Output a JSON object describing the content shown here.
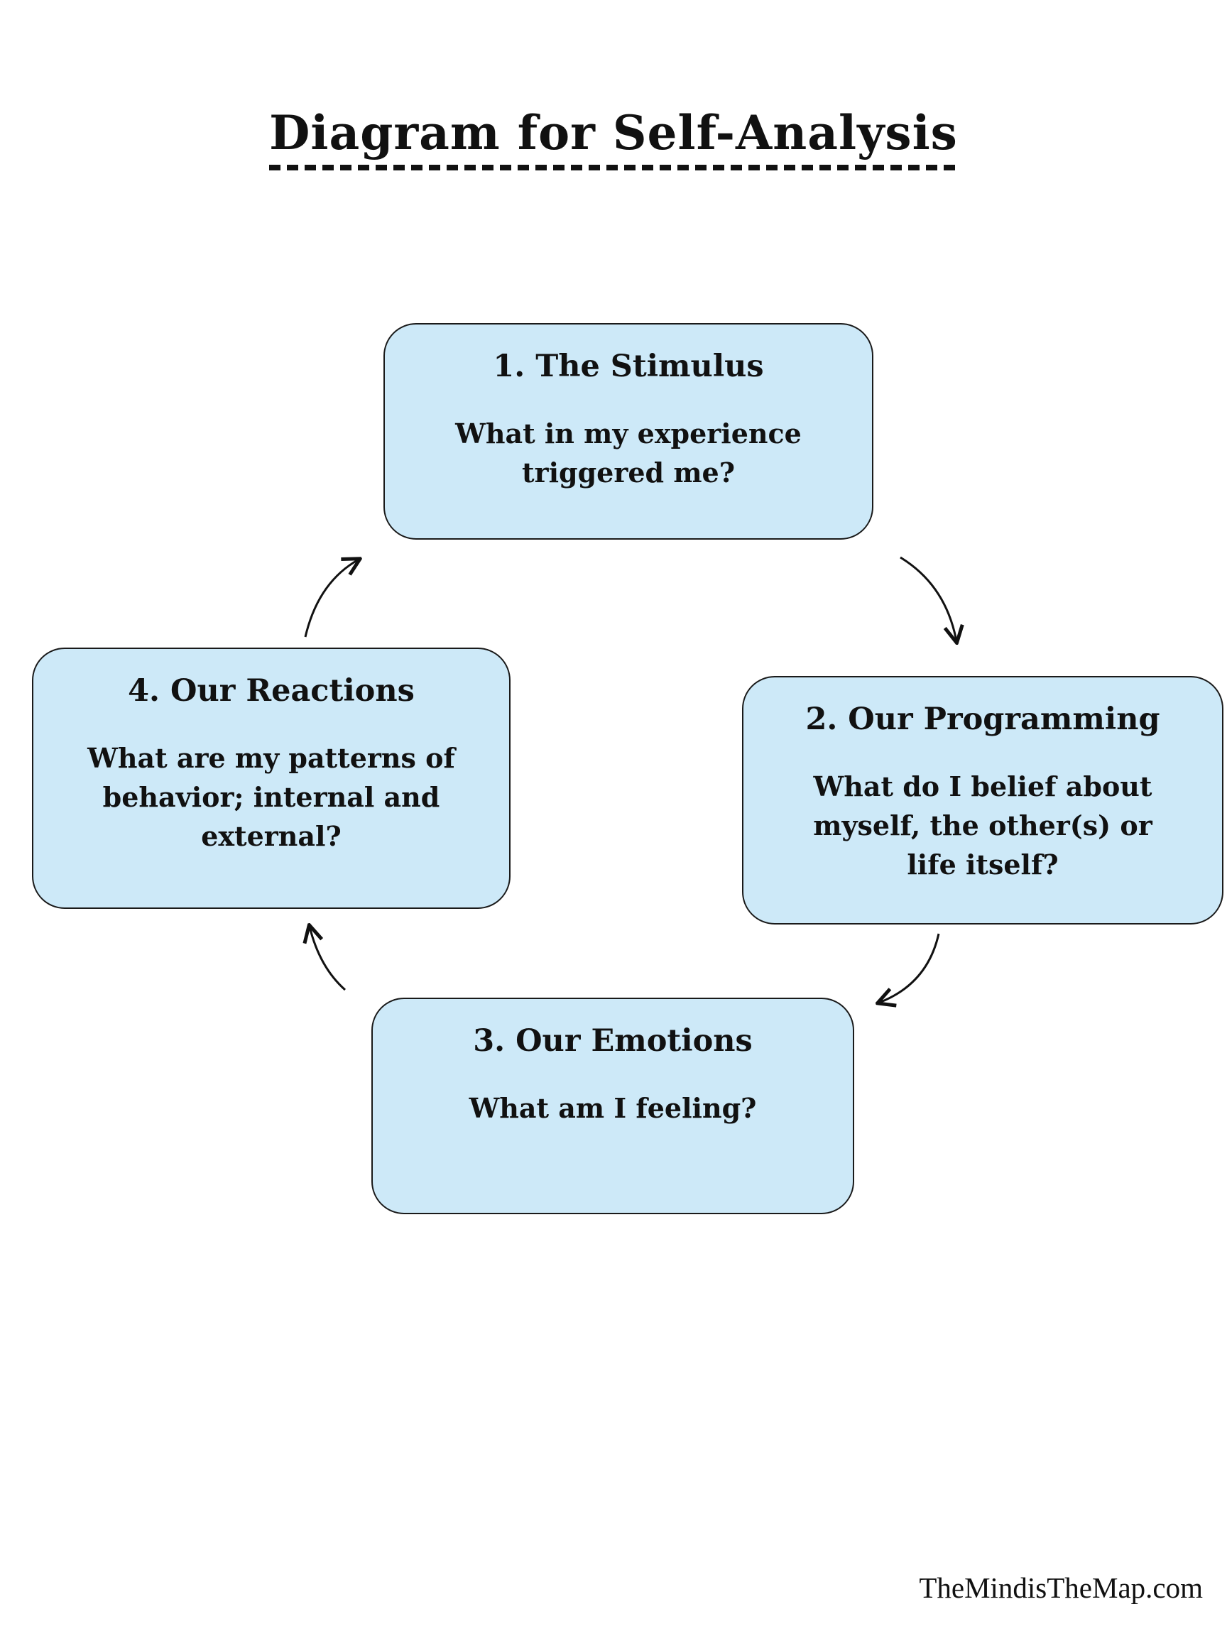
{
  "page": {
    "title": "Diagram for Self-Analysis",
    "footer": "TheMindisTheMap.com"
  },
  "nodes": [
    {
      "id": "stimulus",
      "title": "1. The Stimulus",
      "body": "What in my experience triggered me?"
    },
    {
      "id": "programming",
      "title": "2. Our Programming",
      "body": "What do I belief about myself, the other(s) or life itself?"
    },
    {
      "id": "emotions",
      "title": "3. Our Emotions",
      "body": "What am I feeling?"
    },
    {
      "id": "reactions",
      "title": "4. Our Reactions",
      "body": "What are my patterns of behavior; internal and external?"
    }
  ],
  "colors": {
    "node_fill": "#cde9f8",
    "node_border": "#1a1a1a",
    "text": "#111111",
    "background": "#ffffff"
  }
}
